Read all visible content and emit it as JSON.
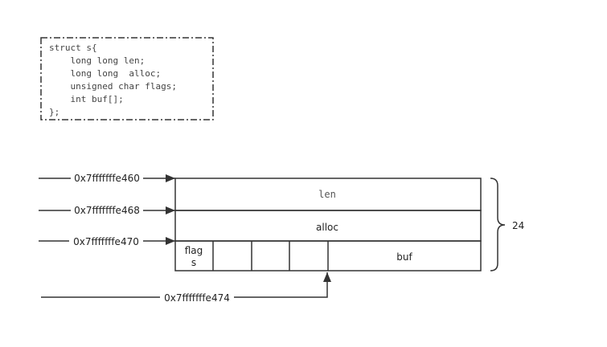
{
  "struct_code": {
    "lines": [
      "struct s{",
      "    long long len;",
      "    long long  alloc;",
      "    unsigned char flags;",
      "    int buf[];",
      "};"
    ]
  },
  "pointers": [
    {
      "address": "0x7fffffffe460"
    },
    {
      "address": "0x7fffffffe468"
    },
    {
      "address": "0x7fffffffe470"
    },
    {
      "address": "0x7fffffffe474"
    }
  ],
  "memory": {
    "len_label": "len",
    "alloc_label": "alloc",
    "flags_label_line1": "flag",
    "flags_label_line2": "s",
    "buf_label": "buf",
    "brace_label": "24"
  },
  "colors": {
    "stroke": "#333333",
    "text": "#222222"
  }
}
